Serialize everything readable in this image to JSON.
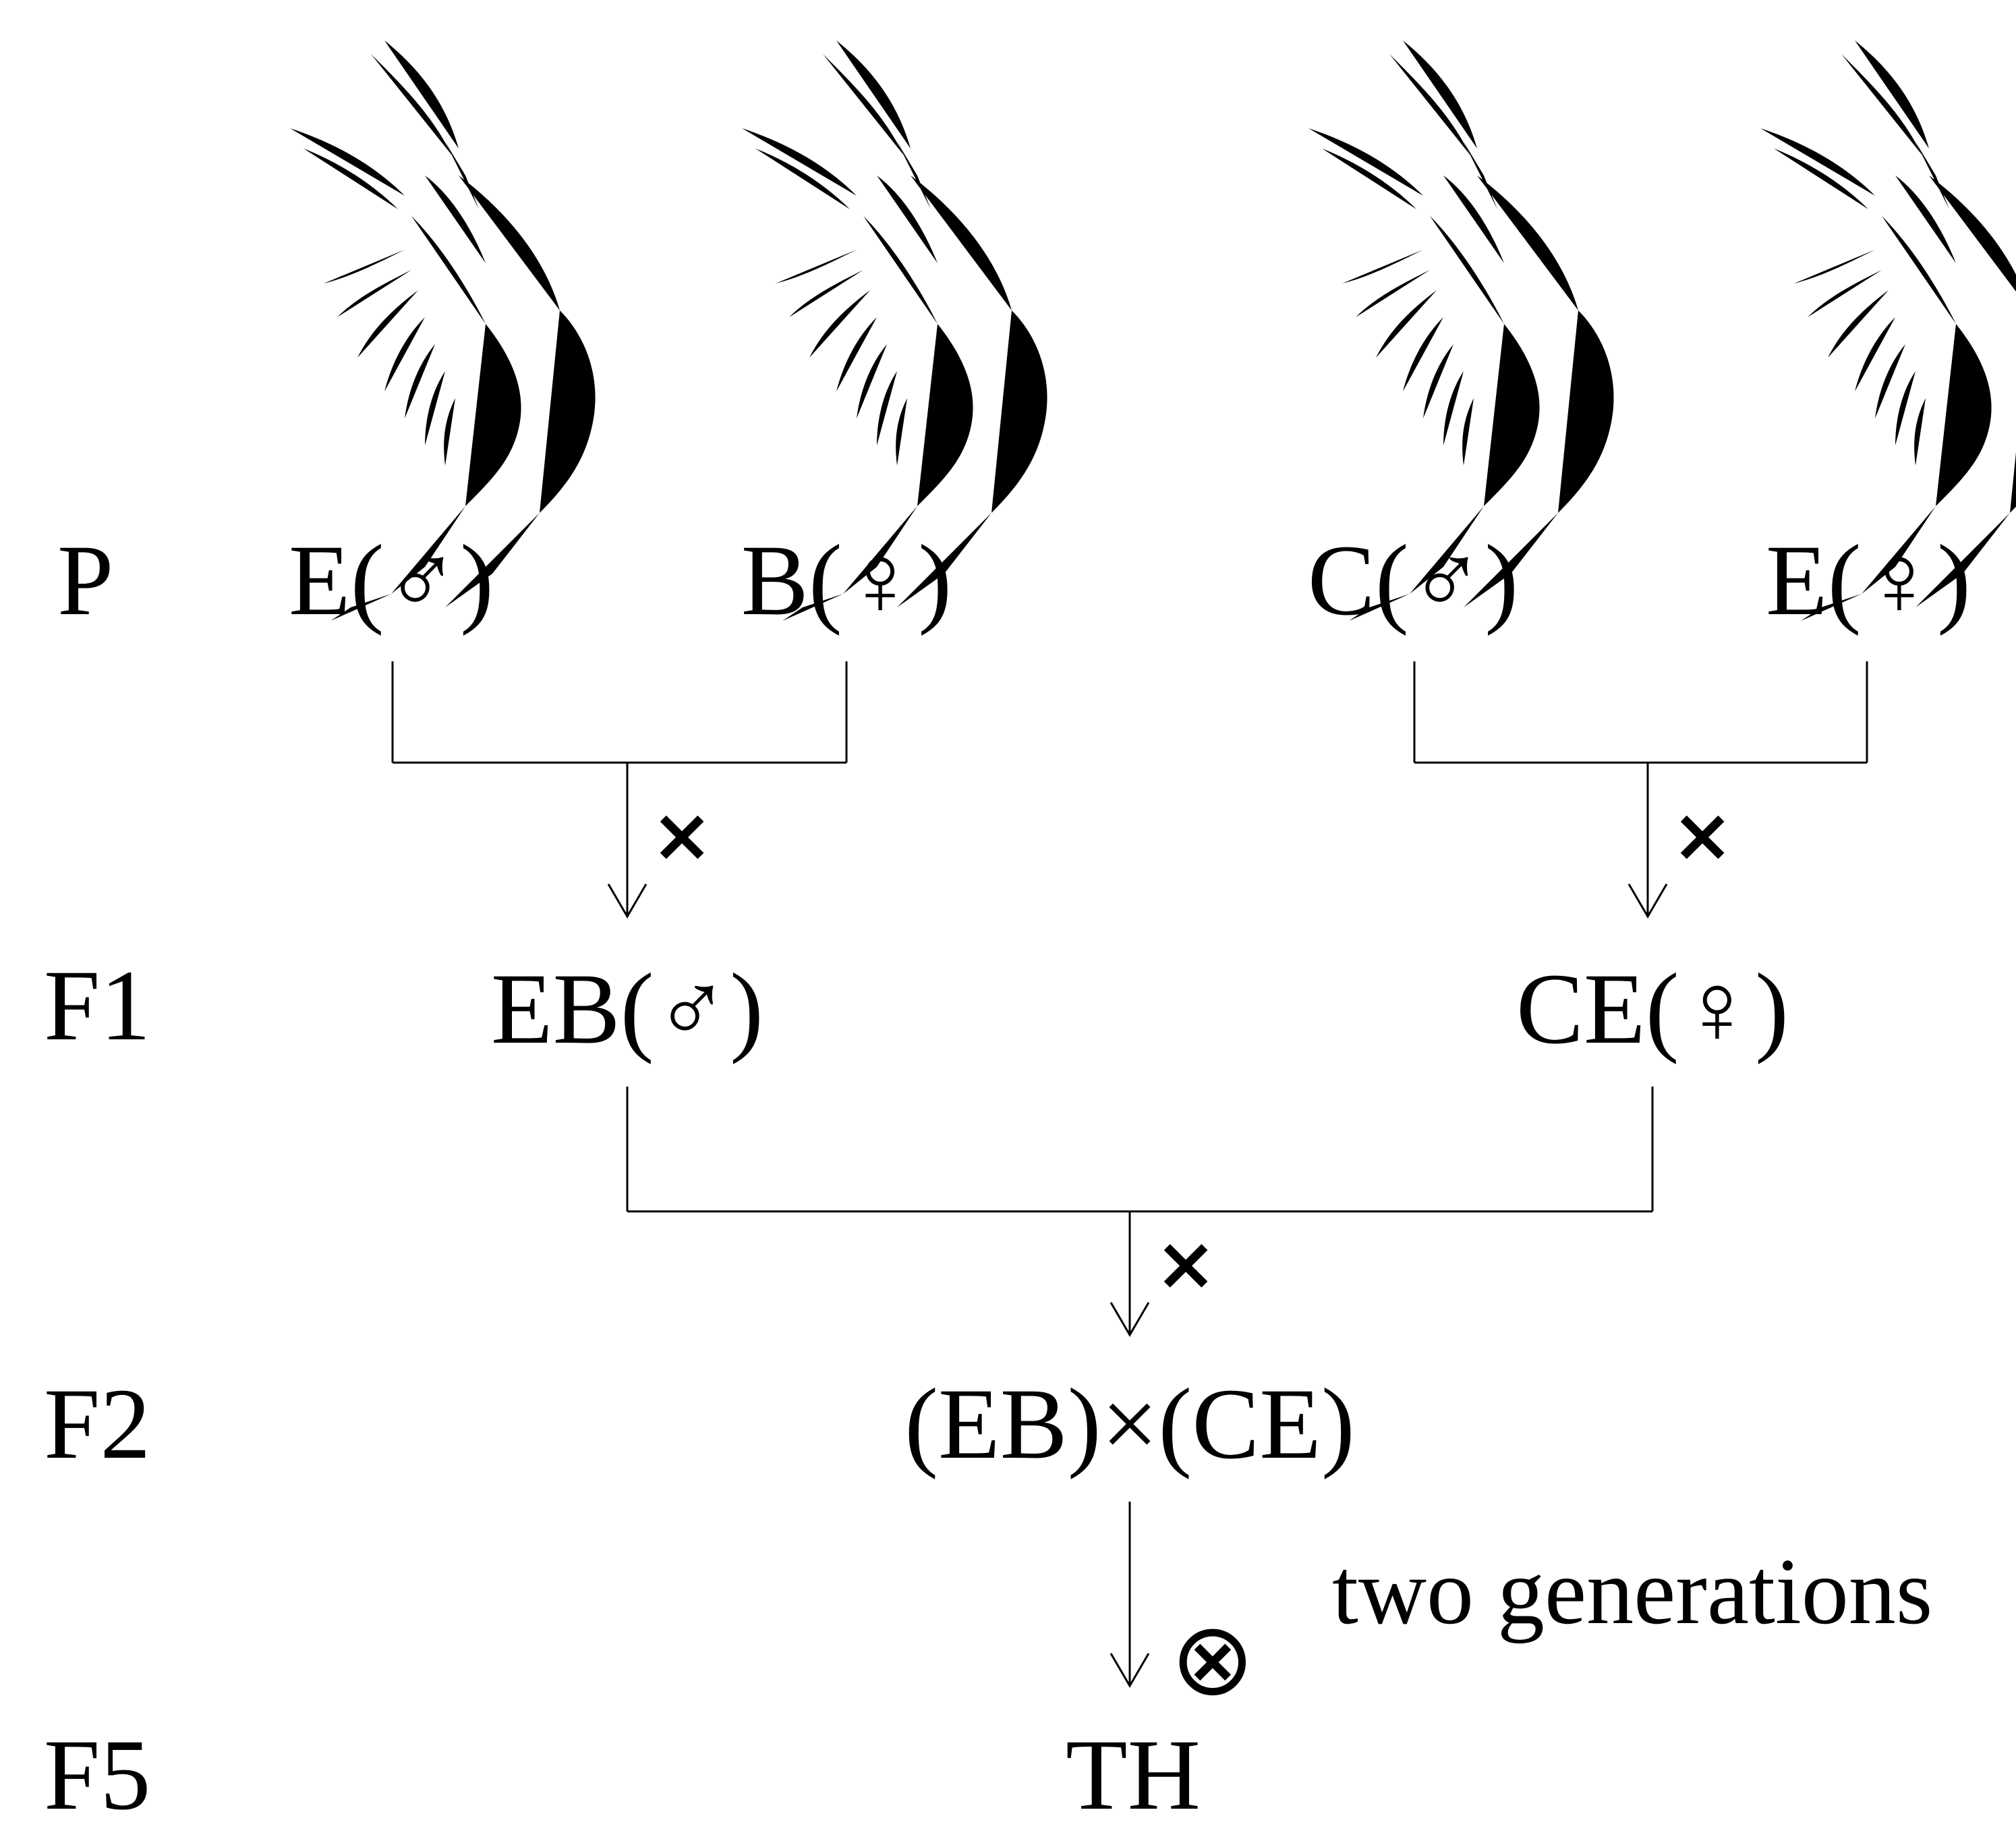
{
  "generations": {
    "p": "P",
    "f1": "F1",
    "f2": "F2",
    "f5": "F5"
  },
  "parents": [
    {
      "id": "E",
      "sex_symbol": "♂",
      "label": "E(♂)"
    },
    {
      "id": "B",
      "sex_symbol": "♀",
      "label": "B(♀)"
    },
    {
      "id": "C",
      "sex_symbol": "♂",
      "label": "C(♂)"
    },
    {
      "id": "E",
      "sex_symbol": "♀",
      "label": "E(♀)"
    }
  ],
  "f1": [
    {
      "id": "EB",
      "sex_symbol": "♂",
      "label": "EB(♂)"
    },
    {
      "id": "CE",
      "sex_symbol": "♀",
      "label": "CE(♀)"
    }
  ],
  "f2": {
    "label": "(EB)×(CE)"
  },
  "f5": {
    "label": "TH"
  },
  "cross_symbol": "×",
  "selfing_symbol": "⊗",
  "selfing_note": "two generations",
  "shrimp_icon": "shrimp-icon",
  "colors": {
    "ink": "#000000",
    "background": "#ffffff"
  }
}
